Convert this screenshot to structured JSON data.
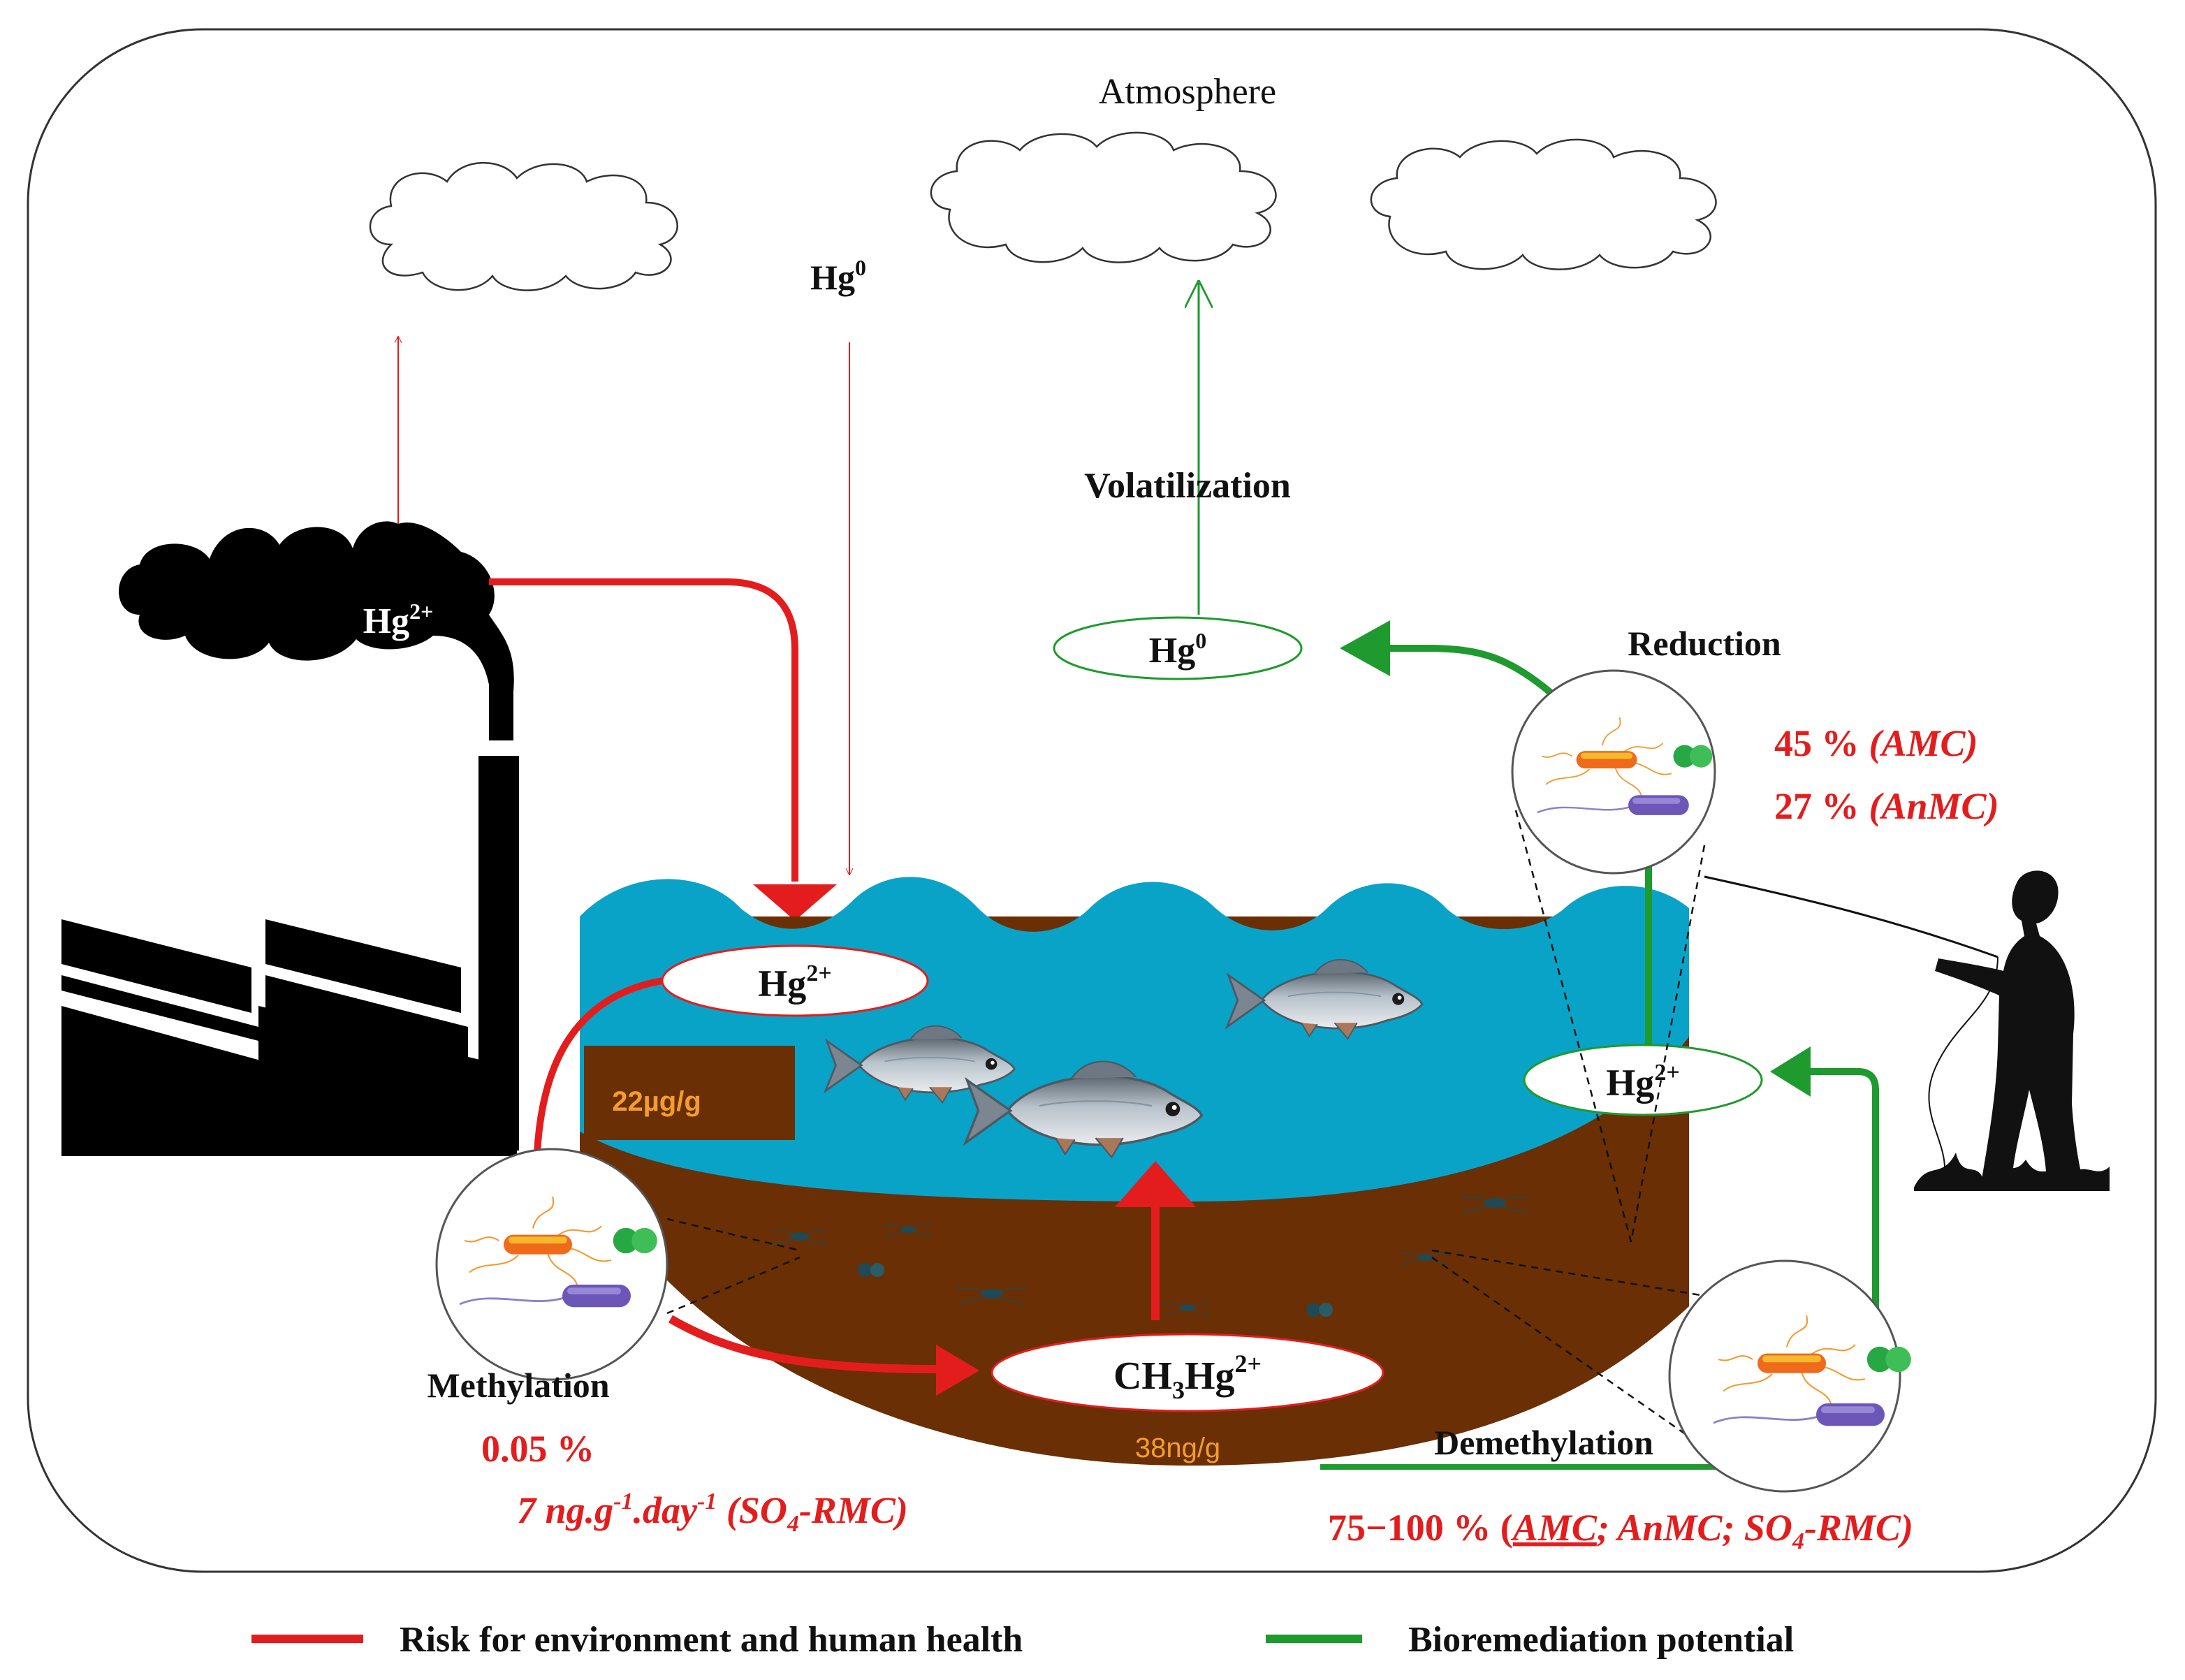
{
  "atmosphere": {
    "label": "Atmosphere"
  },
  "species": {
    "hg0_sky": {
      "base": "Hg",
      "sup": "0"
    },
    "hg2_smoke": {
      "base": "Hg",
      "sup": "2+"
    },
    "hg2_water": {
      "base": "Hg",
      "sup": "2+"
    },
    "hg0_node": {
      "base": "Hg",
      "sup": "0"
    },
    "hg2_right": {
      "base": "Hg",
      "sup": "2+"
    },
    "ch3hg": {
      "a": "CH",
      "sub": "3",
      "b": "Hg",
      "sup": "2+"
    }
  },
  "processes": {
    "volatilization": "Volatilization",
    "reduction": "Reduction",
    "methylation": "Methylation",
    "demethylation": "Demethylation"
  },
  "reduction_rates": {
    "line1": {
      "num": "45 %",
      "label": "(AMC)"
    },
    "line2": {
      "num": "27 %",
      "label": "(AnMC)"
    }
  },
  "methylation_rates": {
    "line1": "0.05 %",
    "line2": {
      "a": "7 ng.g",
      "sup1": "-1",
      "b": ".day",
      "sup2": "-1",
      "c": " (SO",
      "sub": "4",
      "d": "-RMC)"
    }
  },
  "demethylation_rates": {
    "num": "75−100 % (",
    "amc": "AMC",
    "rest": "; AnMC; SO",
    "sub": "4",
    "end": "-RMC)"
  },
  "concentrations": {
    "sediment": "22µg/g",
    "ch3hg": "38ng/g"
  },
  "legend": [
    {
      "label": "Risk for environment and human health",
      "color": "#e31d1d"
    },
    {
      "label": "Bioremediation potential",
      "color": "#1f9a2e"
    }
  ],
  "colors": {
    "risk": "#e31d1d",
    "bioremediation": "#1f9a2e",
    "water": "#0aa3c8",
    "sediment": "#6a2f05",
    "concentration_text": "#f39c2f",
    "factory": "#000000"
  },
  "icons": [
    "factory-icon",
    "cloud-icon",
    "fish-icon",
    "bacteria-icon",
    "fisherman-icon"
  ]
}
